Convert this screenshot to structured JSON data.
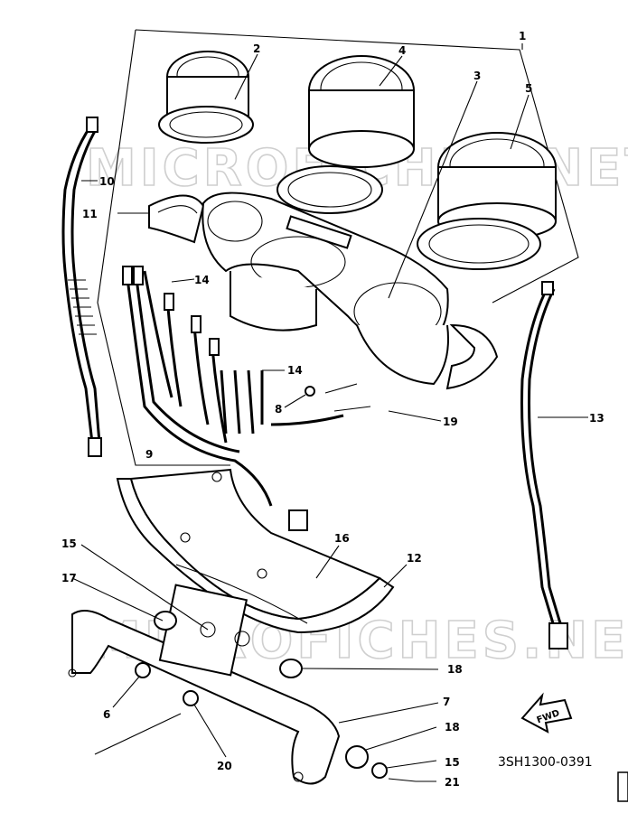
{
  "diagram_code": "3SH1300-0391",
  "watermark_text": [
    "MICROFICHES.NET",
    "MICROFICHES.NET"
  ],
  "fwd_label": "FWD",
  "callouts": [
    "1",
    "2",
    "3",
    "4",
    "5",
    "6",
    "7",
    "8",
    "9",
    "10",
    "11",
    "12",
    "13",
    "14",
    "14",
    "15",
    "15",
    "16",
    "17",
    "18",
    "18",
    "19",
    "20",
    "21"
  ],
  "colors": {
    "ink": "#000000",
    "paper": "#ffffff",
    "watermark": "#cfcfcf"
  }
}
